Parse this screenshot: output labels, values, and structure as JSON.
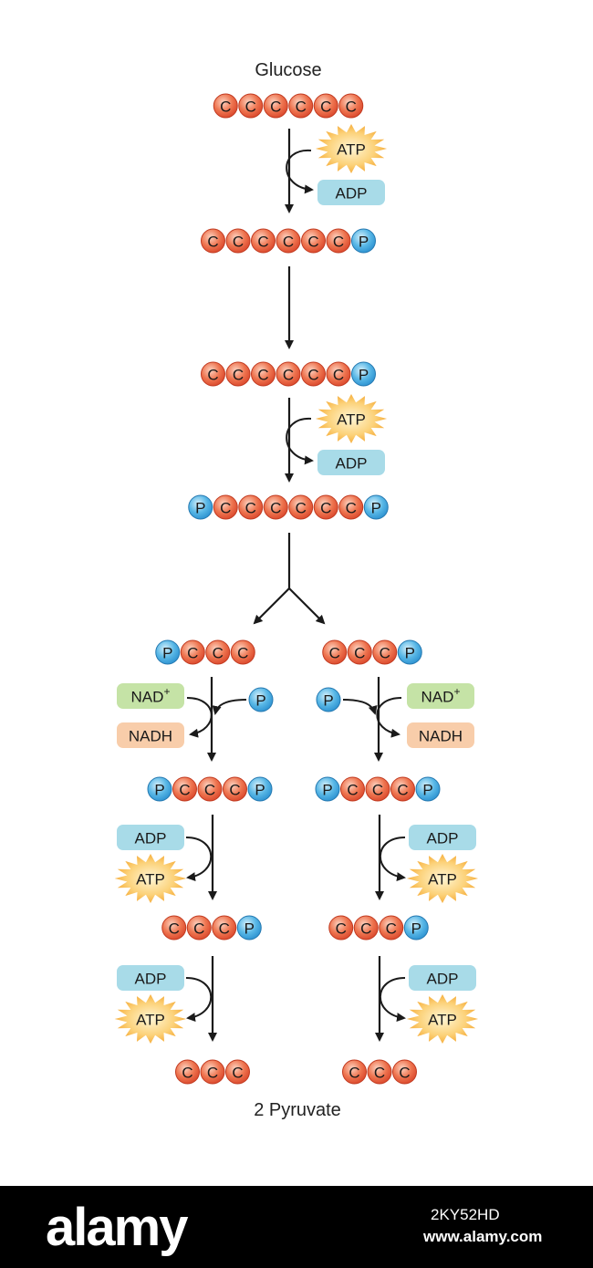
{
  "labels": {
    "top": "Glucose",
    "bottom": "2 Pyruvate"
  },
  "molecules": {
    "glucose": [
      "C",
      "C",
      "C",
      "C",
      "C",
      "C"
    ],
    "glucose_6_phosphate": [
      "C",
      "C",
      "C",
      "C",
      "C",
      "C",
      "P"
    ],
    "fructose_6_phosphate": [
      "C",
      "C",
      "C",
      "C",
      "C",
      "C",
      "P"
    ],
    "fructose_1_6_bisphosphate": [
      "P",
      "C",
      "C",
      "C",
      "C",
      "C",
      "C",
      "P"
    ],
    "left_3carbon_phosphate": [
      "P",
      "C",
      "C",
      "C"
    ],
    "right_3carbon_phosphate": [
      "C",
      "C",
      "C",
      "P"
    ],
    "bisphosphoglycerate": [
      "P",
      "C",
      "C",
      "C",
      "P"
    ],
    "phosphoglycerate": [
      "C",
      "C",
      "C",
      "P"
    ],
    "pyruvate": [
      "C",
      "C",
      "C"
    ]
  },
  "cofactors": {
    "atp": "ATP",
    "adp": "ADP",
    "nad_plus": "NAD",
    "nad_plus_sup": "+",
    "nadh": "NADH",
    "phosphate": "P"
  },
  "colors": {
    "carbon": "#e4583a",
    "phosphate": "#3a9fd8",
    "atp": "#f7b03a",
    "adp": "#a8dbe8",
    "nad_plus": "#c5e3a6",
    "nadh": "#f8cdaa",
    "arrow": "#1a1a1a"
  },
  "footer": {
    "brand": "alamy",
    "image_id": "2KY52HD",
    "site": "www.alamy.com"
  }
}
